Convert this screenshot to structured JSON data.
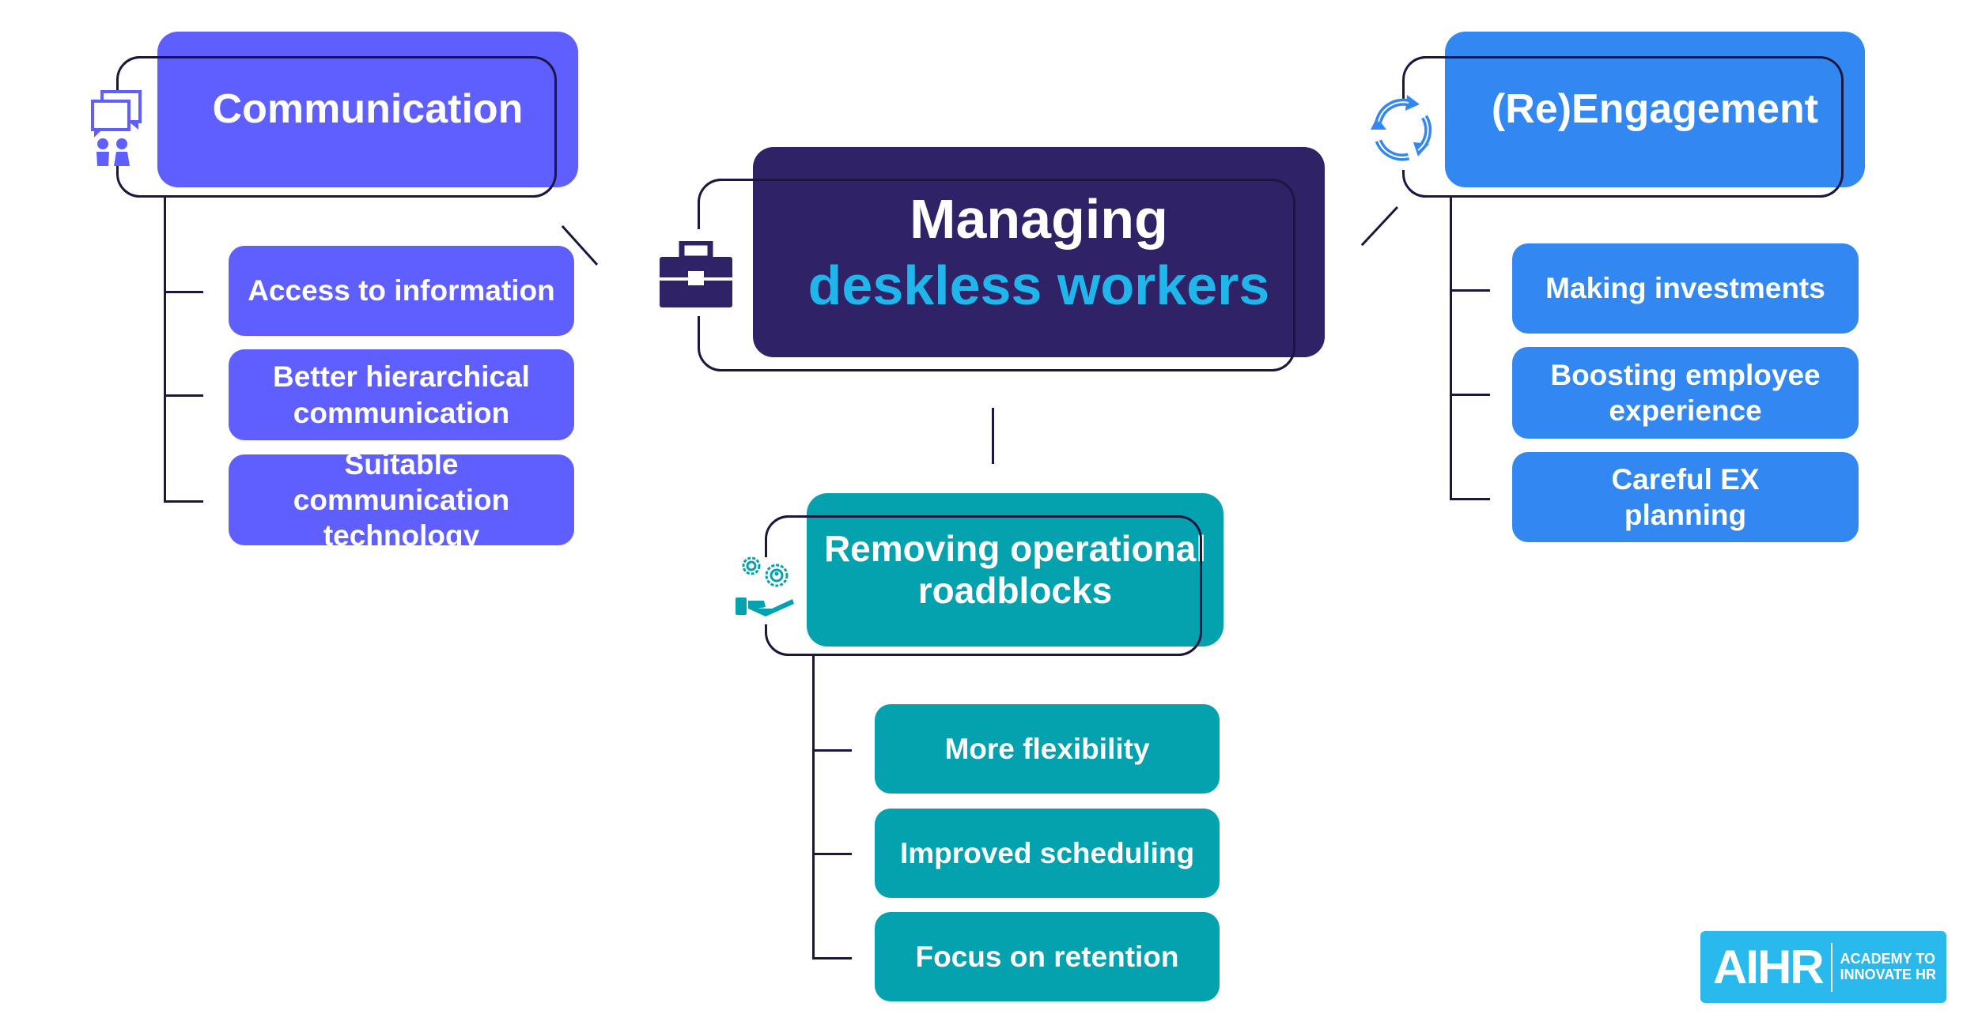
{
  "diagram": {
    "center": {
      "line1": "Managing",
      "line2": "deskless workers",
      "icon": "briefcase-icon",
      "color": "#302266",
      "accent_color": "#1fb6ec"
    },
    "branches": [
      {
        "id": "communication",
        "title": "Communication",
        "icon": "chat-people-icon",
        "color": "#5f5fff",
        "items": [
          "Access to information",
          "Better hierarchical communication",
          "Suitable communication technology"
        ]
      },
      {
        "id": "reengagement",
        "title": "(Re)Engagement",
        "icon": "cycle-arrows-icon",
        "color": "#3387f1",
        "items": [
          "Making investments",
          "Boosting employee experience",
          "Careful EX planning"
        ]
      },
      {
        "id": "operational",
        "title": "Removing operational roadblocks",
        "icon": "gears-hand-icon",
        "color": "#04a1ae",
        "items": [
          "More flexibility",
          "Improved scheduling",
          "Focus on retention"
        ]
      }
    ]
  },
  "logo": {
    "mark": "AIHR",
    "line1": "ACADEMY TO",
    "line2": "INNOVATE HR",
    "color": "#29b9ec"
  }
}
